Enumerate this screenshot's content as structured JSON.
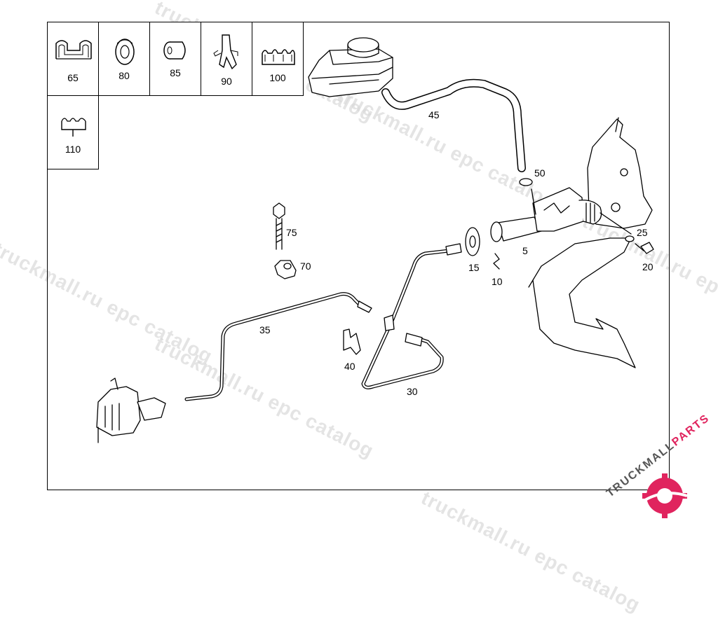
{
  "watermark": {
    "text": "truckmall.ru epc catalog"
  },
  "logo": {
    "text_dark": "TRUCKMALL",
    "text_accent": "PARTS",
    "accent_color": "#e0245e",
    "icon": "gear-logo-icon"
  },
  "small_parts": [
    {
      "number": "65",
      "icon": "clip-icon"
    },
    {
      "number": "80",
      "icon": "grommet-icon"
    },
    {
      "number": "85",
      "icon": "bushing-icon"
    },
    {
      "number": "90",
      "icon": "bracket-clip-icon"
    },
    {
      "number": "100",
      "icon": "multi-clip-icon"
    },
    {
      "number": "110",
      "icon": "pipe-clip-icon"
    }
  ],
  "callouts": {
    "c45": "45",
    "c50": "50",
    "c25": "25",
    "c20": "20",
    "c5": "5",
    "c15": "15",
    "c10": "10",
    "c75": "75",
    "c70": "70",
    "c35": "35",
    "c40": "40",
    "c30": "30"
  }
}
